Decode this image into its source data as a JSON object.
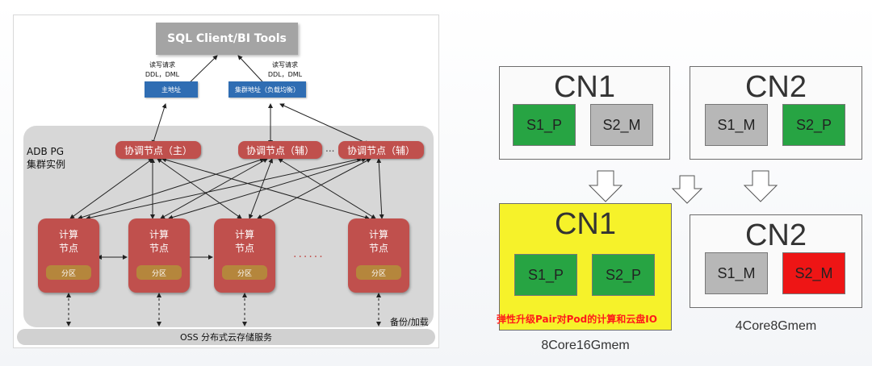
{
  "left": {
    "sql_client": "SQL Client/BI Tools",
    "req_left": [
      "读写请求",
      "DDL，DML"
    ],
    "req_right": [
      "读写请求",
      "DDL，DML"
    ],
    "primary_addr": "主地址",
    "cluster_addr": "集群地址（负载均衡）",
    "cluster_label": [
      "ADB PG",
      "集群实例"
    ],
    "coord_main": "协调节点（主）",
    "coord_aux1": "协调节点（辅）",
    "coord_dots": "...",
    "coord_aux2": "协调节点（辅）",
    "compute_label": [
      "计算",
      "节点"
    ],
    "partition_label": "分区",
    "compute_dots": "......",
    "backup_label": "备份/加载",
    "oss_label": "OSS 分布式云存储服务"
  },
  "right": {
    "top_cn1": {
      "title": "CN1",
      "shards": [
        "S1_P",
        "S2_M"
      ],
      "colors": [
        "#27a443",
        "#b7b7b7"
      ]
    },
    "top_cn2": {
      "title": "CN2",
      "shards": [
        "S1_M",
        "S2_P"
      ],
      "colors": [
        "#b7b7b7",
        "#27a443"
      ]
    },
    "bottom_cn1": {
      "title": "CN1",
      "shards": [
        "S1_P",
        "S2_P"
      ],
      "colors": [
        "#27a443",
        "#27a443"
      ],
      "background": "#f6f22a",
      "note": "弹性升级Pair对Pod的计算和云盘IO",
      "caption": "8Core16Gmem"
    },
    "bottom_cn2": {
      "title": "CN2",
      "shards": [
        "S1_M",
        "S2_M"
      ],
      "colors": [
        "#b7b7b7",
        "#ee1515"
      ],
      "caption": "4Core8Gmem"
    }
  }
}
